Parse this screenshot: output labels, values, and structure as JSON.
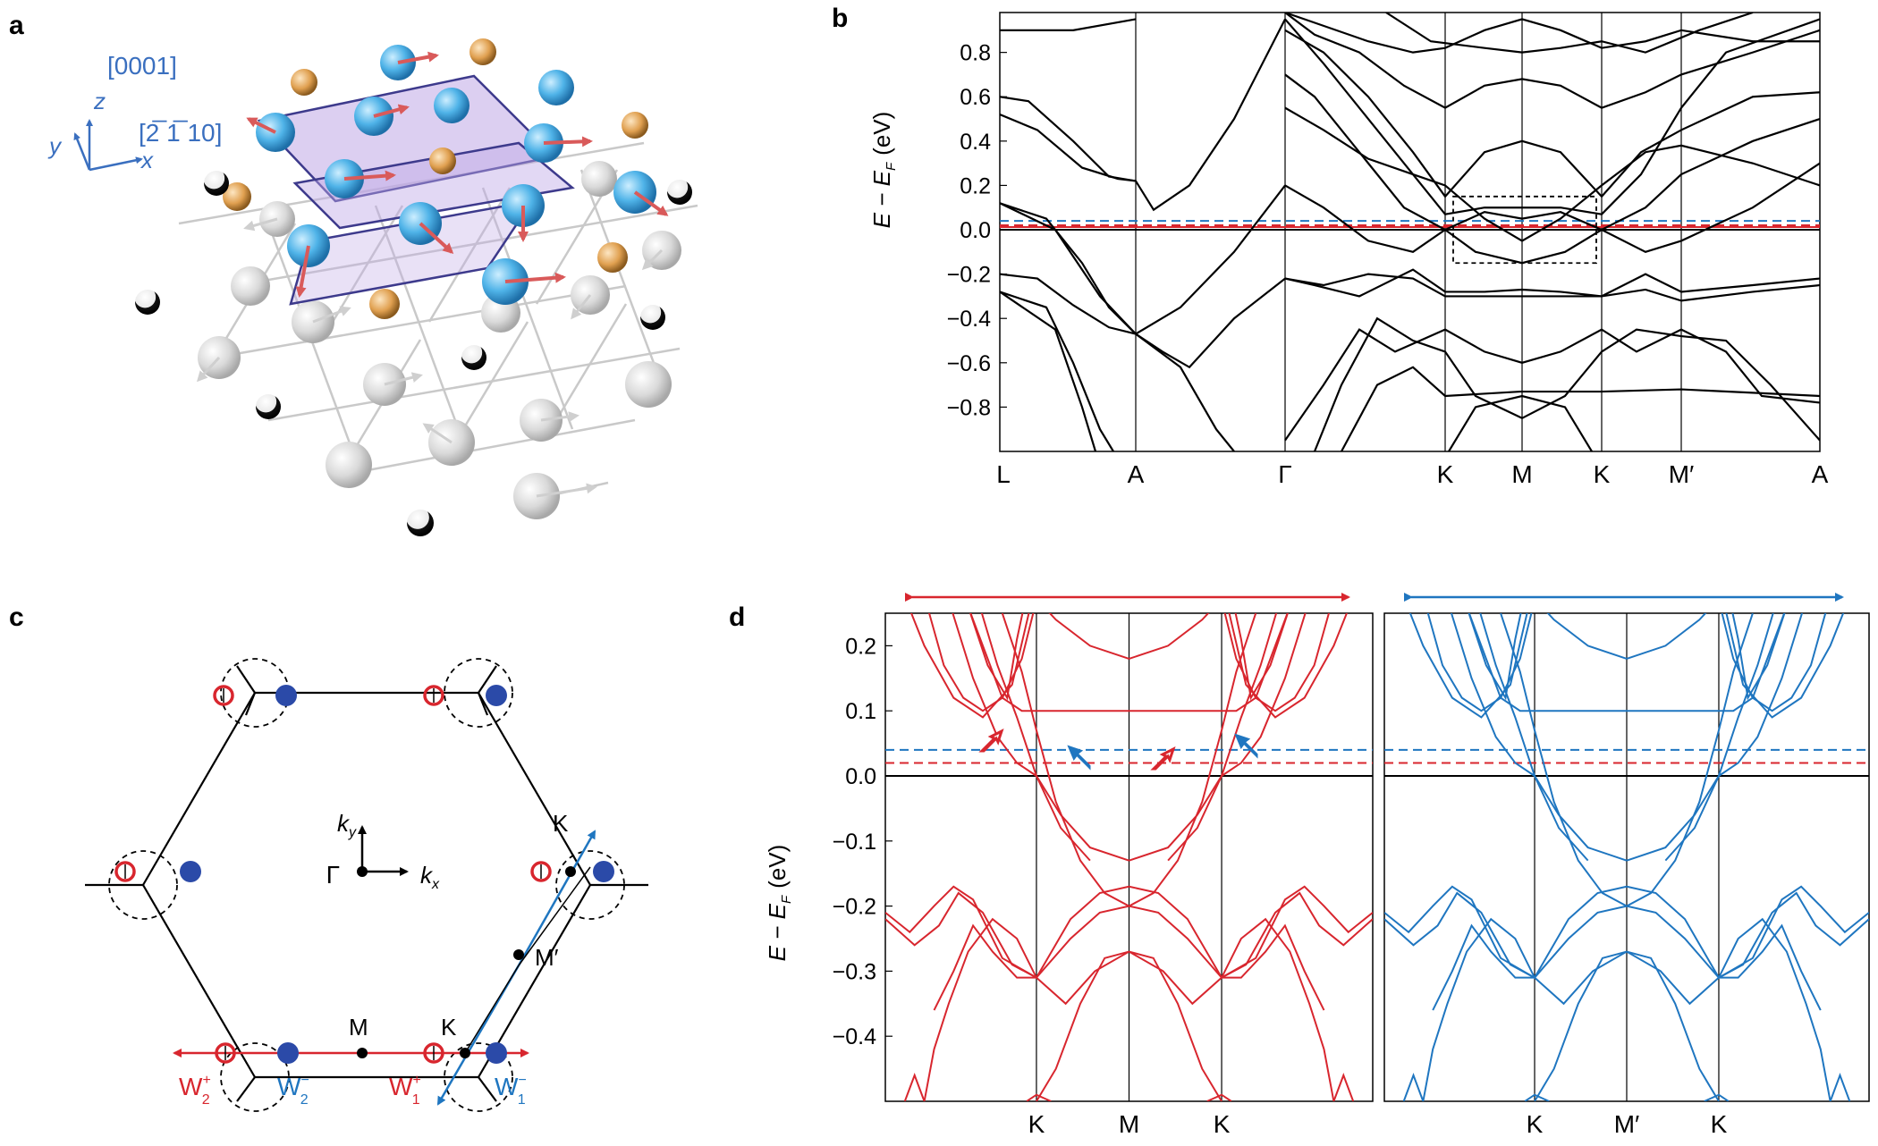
{
  "panels": {
    "a": "a",
    "b": "b",
    "c": "c",
    "d": "d"
  },
  "colors": {
    "red": "#d8262e",
    "blue": "#1f76c0",
    "navy": "#22409a",
    "black": "#000000",
    "purple": "#bfa8e6"
  },
  "crystal": {
    "dir_0001": "[0001]",
    "dir_2110": "[2̅ 1̅ 10]",
    "axis_x": "x",
    "axis_y": "y",
    "axis_z": "z"
  },
  "band_b": {
    "ylabel": "E − E",
    "ylabel_sub": "F",
    "ylabel_unit": "(eV)",
    "yticks": [
      "0.8",
      "0.6",
      "0.4",
      "0.2",
      "0.0",
      "−0.2",
      "−0.4",
      "−0.6",
      "−0.8"
    ],
    "ktick_labels": [
      "L",
      "A",
      "Γ",
      "K",
      "M",
      "K",
      "M′",
      "A"
    ]
  },
  "bz_c": {
    "labels": {
      "K_top": "K",
      "K_bottom": "K",
      "M": "M",
      "M_prime": "M′",
      "Gamma": "Γ",
      "kx": "k",
      "kx_sub": "x",
      "ky": "k",
      "ky_sub": "y"
    },
    "weyl": [
      {
        "base": "W",
        "sup": "+",
        "sub": "2",
        "color": "red"
      },
      {
        "base": "W",
        "sup": "−",
        "sub": "2",
        "color": "blue"
      },
      {
        "base": "W",
        "sup": "+",
        "sub": "1",
        "color": "red"
      },
      {
        "base": "W",
        "sup": "−",
        "sub": "1",
        "color": "blue"
      }
    ]
  },
  "band_d": {
    "ylabel": "E − E",
    "ylabel_sub": "F",
    "ylabel_unit": "(eV)",
    "yticks": [
      "0.2",
      "0.1",
      "0.0",
      "−0.1",
      "−0.2",
      "−0.3",
      "−0.4"
    ],
    "left_kticks": [
      "K",
      "M",
      "K"
    ],
    "right_kticks": [
      "K",
      "M′",
      "K"
    ]
  }
}
